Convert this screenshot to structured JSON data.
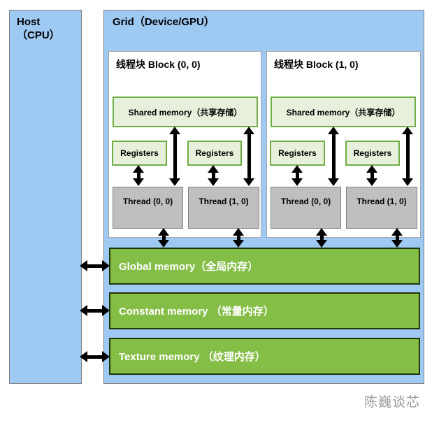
{
  "host": {
    "title": "Host",
    "subtitle": "（CPU）"
  },
  "grid": {
    "title": "Grid（Device/GPU）",
    "blocks": [
      {
        "title": "线程块 Block (0, 0)",
        "shared_memory": "Shared memory（共享存储）",
        "registers": [
          "Registers",
          "Registers"
        ],
        "threads": [
          "Thread (0, 0)",
          "Thread (1, 0)"
        ]
      },
      {
        "title": "线程块 Block (1, 0)",
        "shared_memory": "Shared memory（共享存储）",
        "registers": [
          "Registers",
          "Registers"
        ],
        "threads": [
          "Thread (0, 0)",
          "Thread (1, 0)"
        ]
      }
    ],
    "memories": [
      {
        "label": "Global memory（全局内存）"
      },
      {
        "label": "Constant memory （常量内存）"
      },
      {
        "label": "Texture memory （纹理内存）"
      }
    ]
  },
  "watermark": "陈巍谈芯",
  "colors": {
    "panel_blue": "#9DC9F3",
    "panel_border": "#7F7F7F",
    "block_border": "#A6A6A6",
    "light_green_fill": "#E6F0DB",
    "green_border": "#70AD47",
    "thread_gray": "#BFBFBF",
    "thread_border": "#808080",
    "memory_green": "#85BE47",
    "memory_border": "#1F3608",
    "arrow_black": "#000000",
    "watermark_gray": "#9A9A9A"
  }
}
